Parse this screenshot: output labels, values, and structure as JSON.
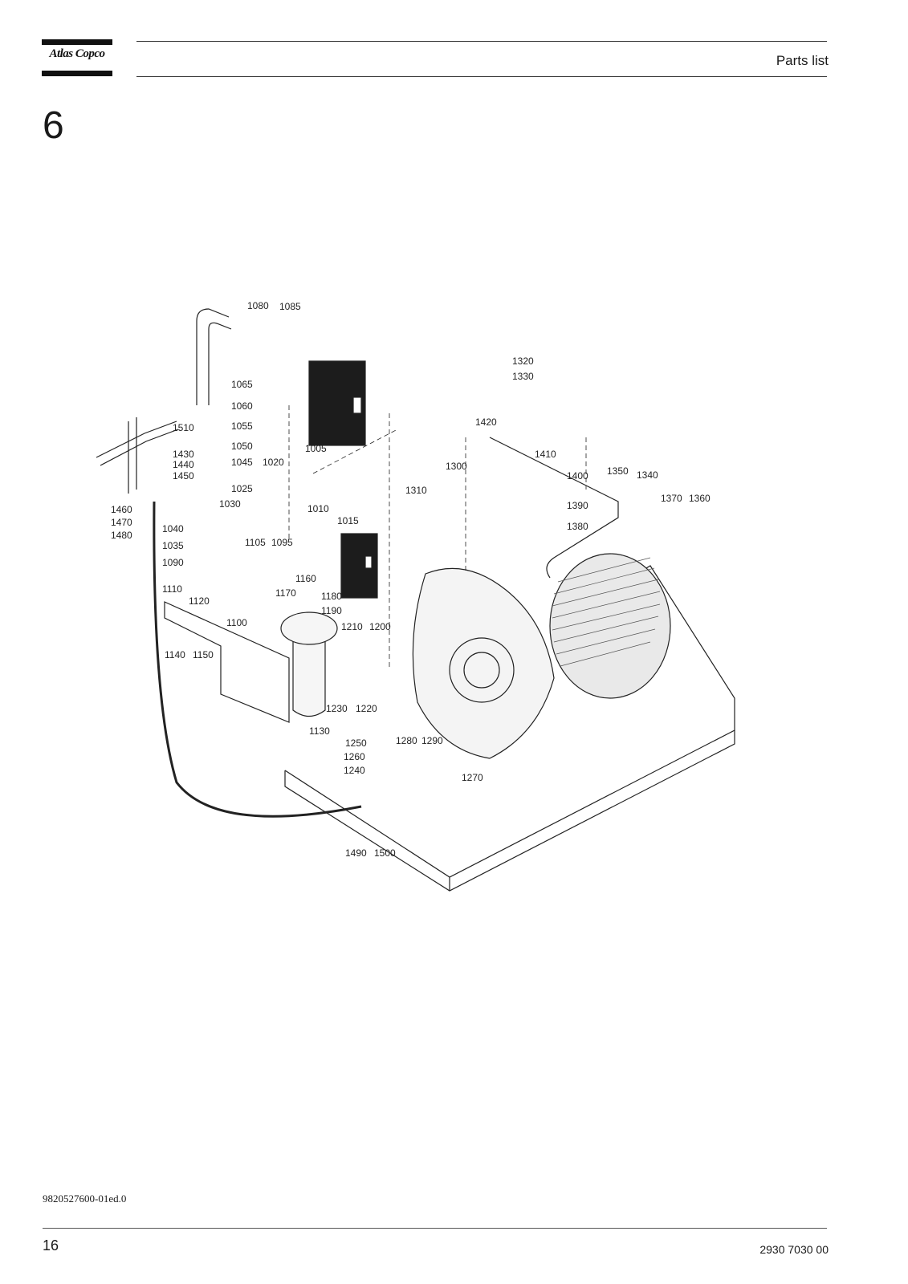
{
  "header": {
    "brand": "Atlas Copco",
    "title": "Parts list"
  },
  "chapter": "6",
  "diagram": {
    "callouts": [
      "1080",
      "1085",
      "1065",
      "1060",
      "1055",
      "1050",
      "1045",
      "1025",
      "1030",
      "1040",
      "1035",
      "1020",
      "1005",
      "1010",
      "1015",
      "1105",
      "1095",
      "1090",
      "1110",
      "1120",
      "1160",
      "1170",
      "1180",
      "1190",
      "1100",
      "1210",
      "1200",
      "1140",
      "1150",
      "1230",
      "1220",
      "1130",
      "1510",
      "1430",
      "1440",
      "1450",
      "1460",
      "1470",
      "1480",
      "1320",
      "1330",
      "1300",
      "1310",
      "1420",
      "1410",
      "1400",
      "1390",
      "1380",
      "1350",
      "1340",
      "1370",
      "1360",
      "1250",
      "1260",
      "1240",
      "1280",
      "1290",
      "1270",
      "1490",
      "1500"
    ]
  },
  "footer": {
    "doc_code": "9820527600-01ed.0",
    "page_number": "16",
    "document_number": "2930 7030 00"
  },
  "colors": {
    "ink": "#1a1a1a",
    "rule": "#333333"
  }
}
